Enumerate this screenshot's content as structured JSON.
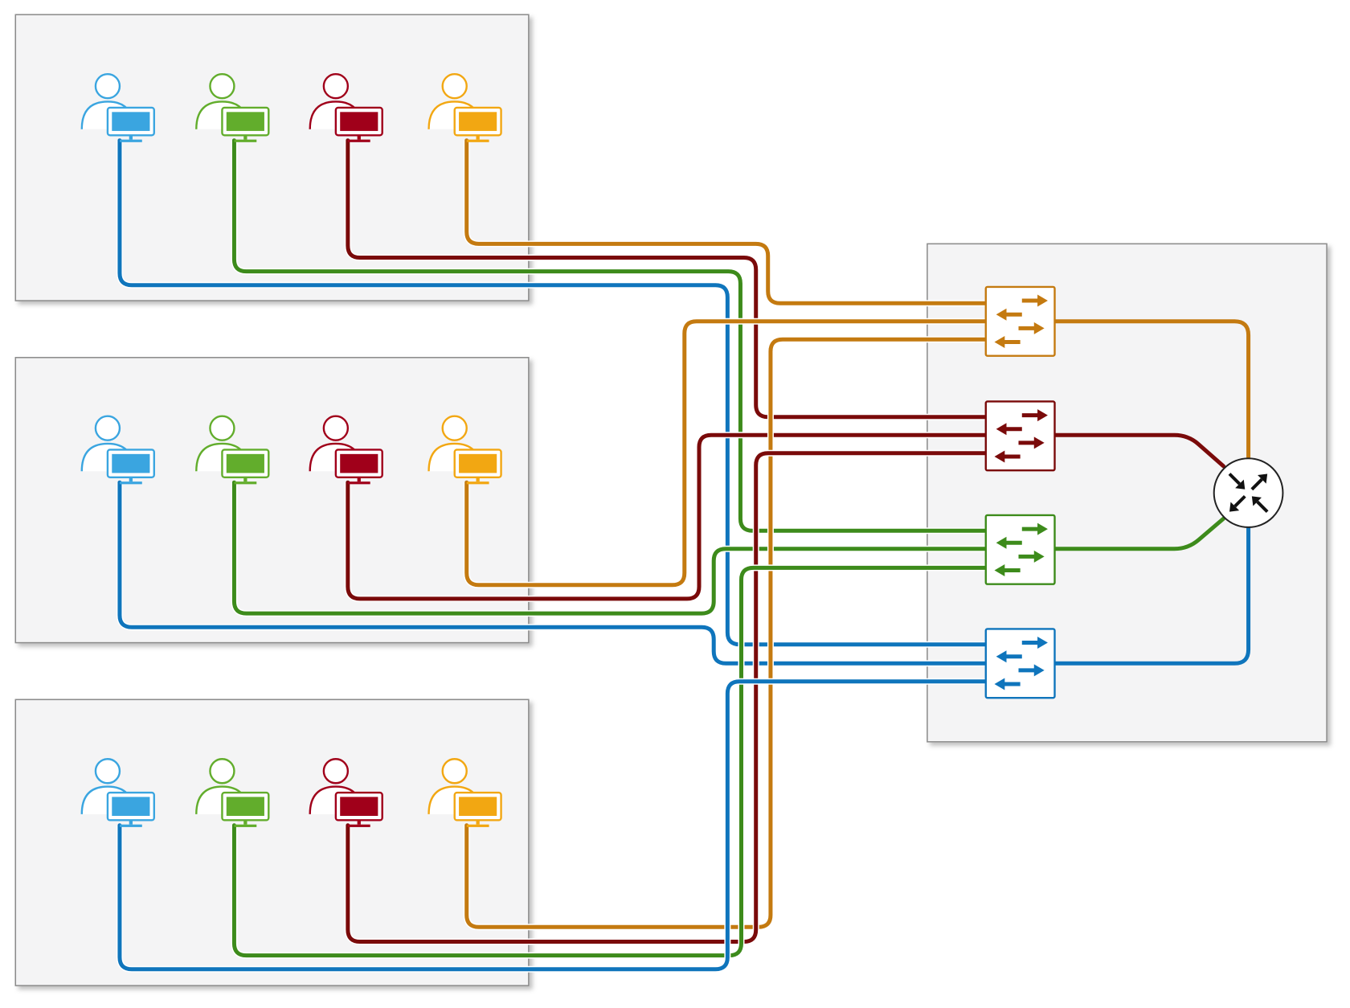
{
  "colors": {
    "blue": "#0f75bc",
    "green": "#3d8b1b",
    "red": "#7a0a0a",
    "orange": "#c47a10",
    "blue_icon": "#3aa5e0",
    "green_icon": "#62ad2c",
    "red_icon": "#a0001a",
    "orange_icon": "#f2a712",
    "router_outline": "#222222",
    "panel_fill": "#f4f4f5"
  },
  "groups": [
    {
      "name": "user-group-1",
      "users": [
        "blue",
        "green",
        "red",
        "orange"
      ]
    },
    {
      "name": "user-group-2",
      "users": [
        "blue",
        "green",
        "red",
        "orange"
      ]
    },
    {
      "name": "user-group-3",
      "users": [
        "blue",
        "green",
        "red",
        "orange"
      ]
    }
  ],
  "switches": [
    {
      "name": "switch-orange",
      "color": "orange"
    },
    {
      "name": "switch-red",
      "color": "red"
    },
    {
      "name": "switch-green",
      "color": "green"
    },
    {
      "name": "switch-blue",
      "color": "blue"
    }
  ],
  "icons": {
    "user": "user-with-monitor-icon",
    "switch": "switch-icon",
    "router": "router-icon"
  }
}
